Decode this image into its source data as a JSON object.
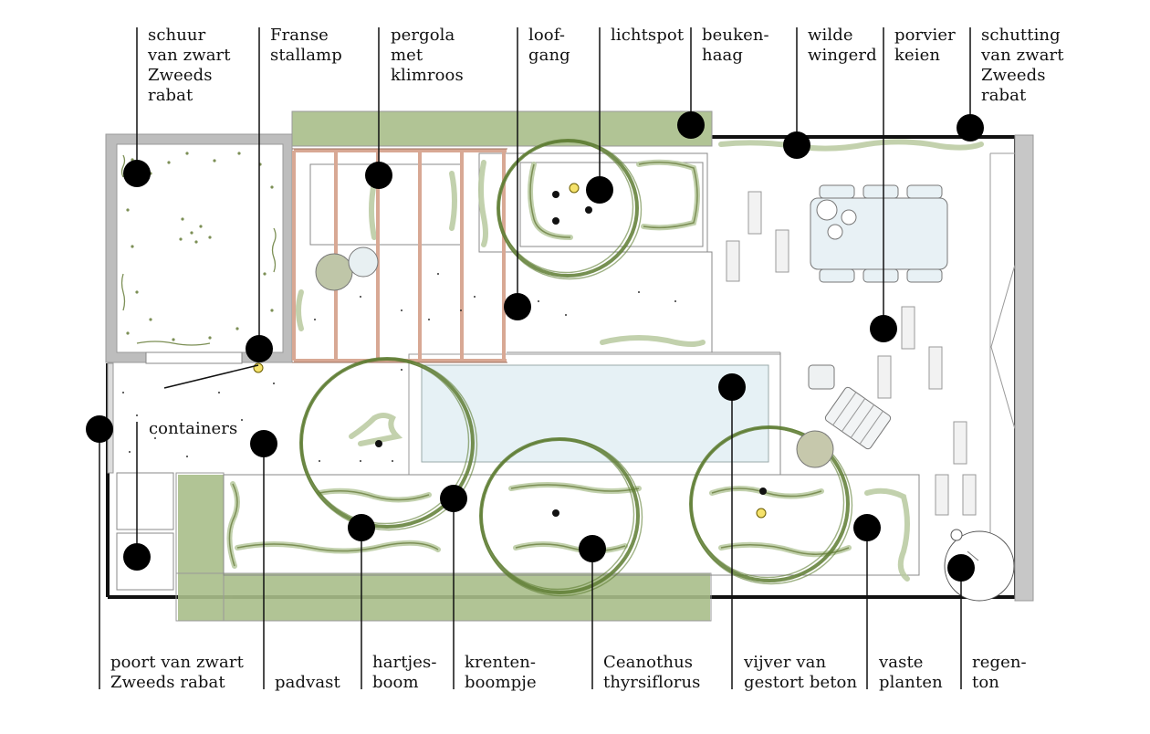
{
  "labels": {
    "schuur": "schuur\nvan zwart\nZweeds\nrabat",
    "stallamp": "Franse\nstallamp",
    "pergola": "pergola\nmet\nklimroos",
    "loofgang": "loof-\ngang",
    "lichtspot": "lichtspot",
    "beukenhaag": "beuken-\nhaag",
    "wingerd": "wilde\nwingerd",
    "porvier": "porvier\nkeien",
    "schutting": "schutting\nvan zwart\nZweeds\nrabat",
    "containers": "containers",
    "poort": "poort van zwart\nZweeds rabat",
    "padvast": "padvast",
    "hartjesboom": "hartjes-\nboom",
    "krentenboompje": "krenten-\nboompje",
    "ceanothus": "Ceanothus\nthyrsiflorus",
    "vijver": "vijver van\ngestort beton",
    "vaste_planten": "vaste\nplanten",
    "regenton": "regen-\nton"
  },
  "colors": {
    "hedge": "#a9be8a",
    "hedge_dark": "#7c9a5a",
    "tree_ring": "#5e7d32",
    "pond": "#e6f1f5",
    "pergola": "#d8a894",
    "shed_wall": "#bdbdbd",
    "furniture": "#dfeaf0",
    "marker": "#000000"
  },
  "icons": [
    "marker-dot",
    "lamp-icon",
    "tree-canopy-icon",
    "rain-barrel-icon",
    "table-icon",
    "chair-icon",
    "lounge-chair-icon",
    "stepping-stone-icon"
  ]
}
